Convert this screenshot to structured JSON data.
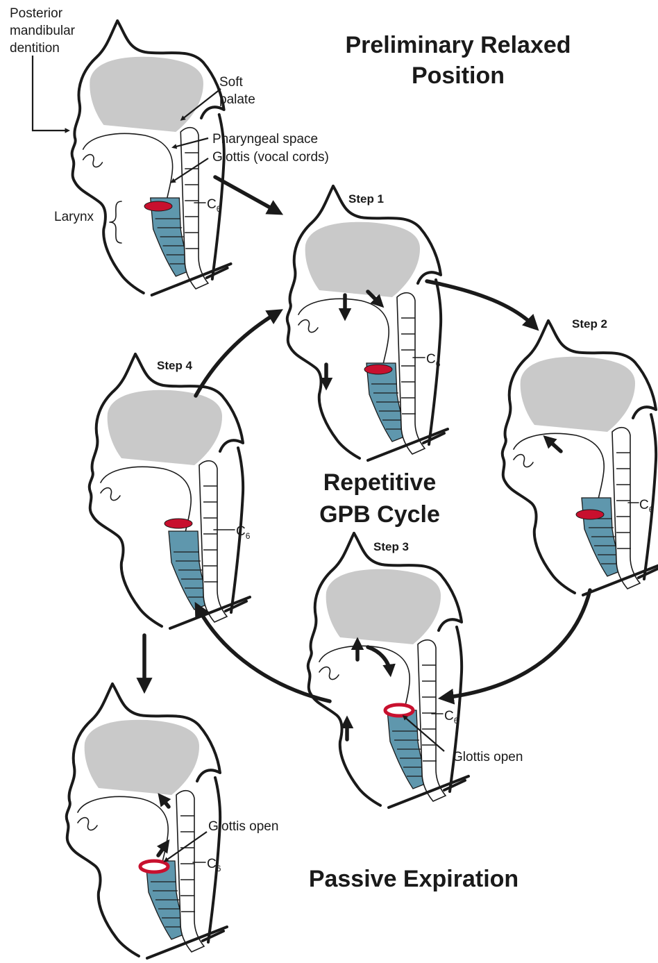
{
  "titles": {
    "preliminary": [
      "Preliminary Relaxed",
      "Position"
    ],
    "cycle": [
      "Repetitive",
      "GPB Cycle"
    ],
    "passive": "Passive Expiration"
  },
  "steps": {
    "step1": "Step 1",
    "step2": "Step 2",
    "step3": "Step 3",
    "step4": "Step 4"
  },
  "labels": {
    "dentition": [
      "Posterior",
      "mandibular",
      "dentition"
    ],
    "soft_palate": [
      "Soft",
      "palate"
    ],
    "pharyngeal_space": "Pharyngeal space",
    "glottis_vocal_cords": "Glottis (vocal cords)",
    "larynx": "Larynx",
    "glottis_open": "Glottis open",
    "vertebra": "C",
    "vertebra_sub": "6"
  },
  "colors": {
    "trachea": "#5f97ad",
    "glottis": "#c8102e",
    "palate": "#c9c9c9",
    "outline": "#1a1a1a"
  }
}
